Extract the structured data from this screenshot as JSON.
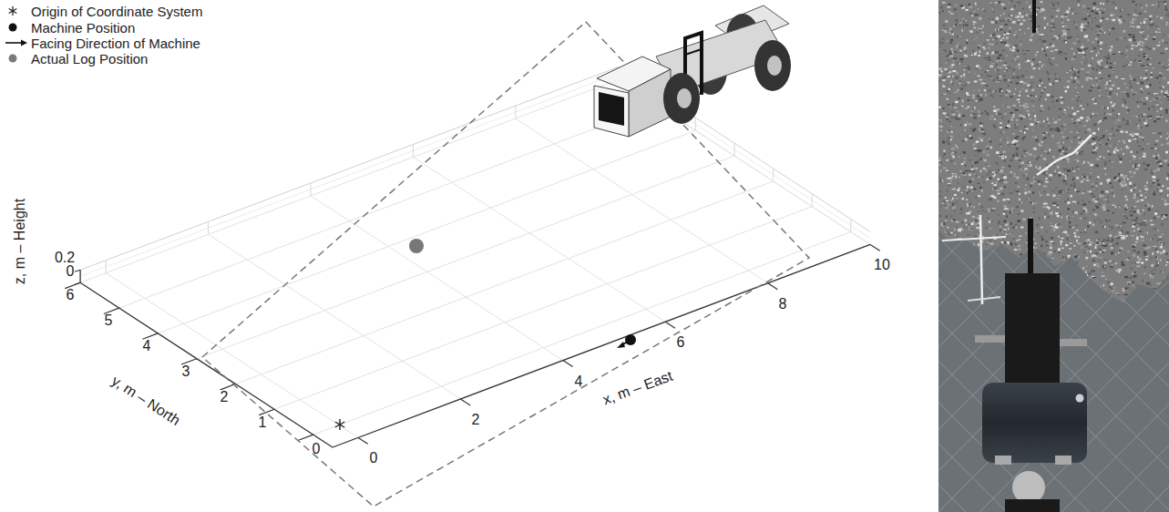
{
  "diagram": {
    "labels": [
      "z, m – Height",
      "0.2",
      "0",
      "y, m – North",
      "6",
      "5",
      "4",
      "3",
      "2",
      "1",
      "0",
      "x, m – East",
      "0",
      "2",
      "4",
      "6",
      "8",
      "10"
    ],
    "legend": [
      {
        "text": "Origin of Coordinate System"
      },
      {
        "text": "Machine Position"
      },
      {
        "text": "Facing Direction of Machine"
      },
      {
        "text": "Actual Log Position"
      }
    ]
  }
}
